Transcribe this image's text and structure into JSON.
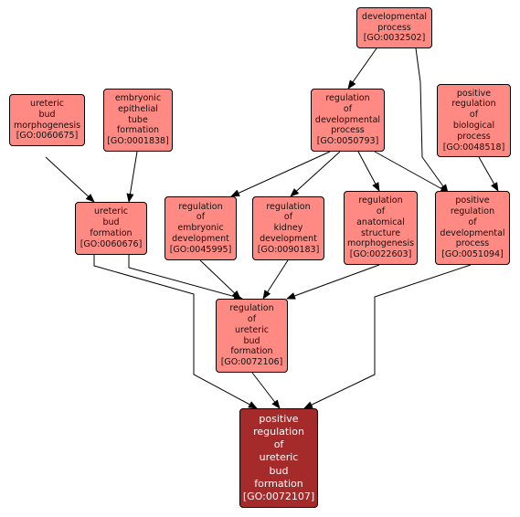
{
  "colors": {
    "node_fill": "#ff8a84",
    "focus_fill": "#a52a2a",
    "focus_text": "#ffffff",
    "edge": "#000000"
  },
  "nodes": {
    "n0032502": {
      "label": "developmental\nprocess\n[GO:0032502]"
    },
    "n0060675": {
      "label": "ureteric\nbud\nmorphogenesis\n[GO:0060675]"
    },
    "n0001838": {
      "label": "embryonic\nepithelial\ntube\nformation\n[GO:0001838]"
    },
    "n0050793": {
      "label": "regulation\nof\ndevelopmental\nprocess\n[GO:0050793]"
    },
    "n0048518": {
      "label": "positive\nregulation\nof\nbiological\nprocess\n[GO:0048518]"
    },
    "n0060676": {
      "label": "ureteric\nbud\nformation\n[GO:0060676]"
    },
    "n0045995": {
      "label": "regulation\nof\nembryonic\ndevelopment\n[GO:0045995]"
    },
    "n0090183": {
      "label": "regulation\nof\nkidney\ndevelopment\n[GO:0090183]"
    },
    "n0022603": {
      "label": "regulation\nof\nanatomical\nstructure\nmorphogenesis\n[GO:0022603]"
    },
    "n0051094": {
      "label": "positive\nregulation\nof\ndevelopmental\nprocess\n[GO:0051094]"
    },
    "n0072106": {
      "label": "regulation\nof\nureteric\nbud\nformation\n[GO:0072106]"
    },
    "n0072107": {
      "label": "positive\nregulation\nof\nureteric\nbud\nformation\n[GO:0072107]"
    }
  },
  "edges": [
    {
      "from": "GO:0032502",
      "to": "GO:0050793"
    },
    {
      "from": "GO:0032502",
      "to": "GO:0051094"
    },
    {
      "from": "GO:0048518",
      "to": "GO:0051094"
    },
    {
      "from": "GO:0060675",
      "to": "GO:0060676"
    },
    {
      "from": "GO:0001838",
      "to": "GO:0060676"
    },
    {
      "from": "GO:0050793",
      "to": "GO:0045995"
    },
    {
      "from": "GO:0050793",
      "to": "GO:0090183"
    },
    {
      "from": "GO:0050793",
      "to": "GO:0022603"
    },
    {
      "from": "GO:0050793",
      "to": "GO:0051094"
    },
    {
      "from": "GO:0060676",
      "to": "GO:0072106"
    },
    {
      "from": "GO:0060676",
      "to": "GO:0072107"
    },
    {
      "from": "GO:0045995",
      "to": "GO:0072106"
    },
    {
      "from": "GO:0090183",
      "to": "GO:0072106"
    },
    {
      "from": "GO:0022603",
      "to": "GO:0072106"
    },
    {
      "from": "GO:0072106",
      "to": "GO:0072107"
    },
    {
      "from": "GO:0051094",
      "to": "GO:0072107"
    }
  ]
}
